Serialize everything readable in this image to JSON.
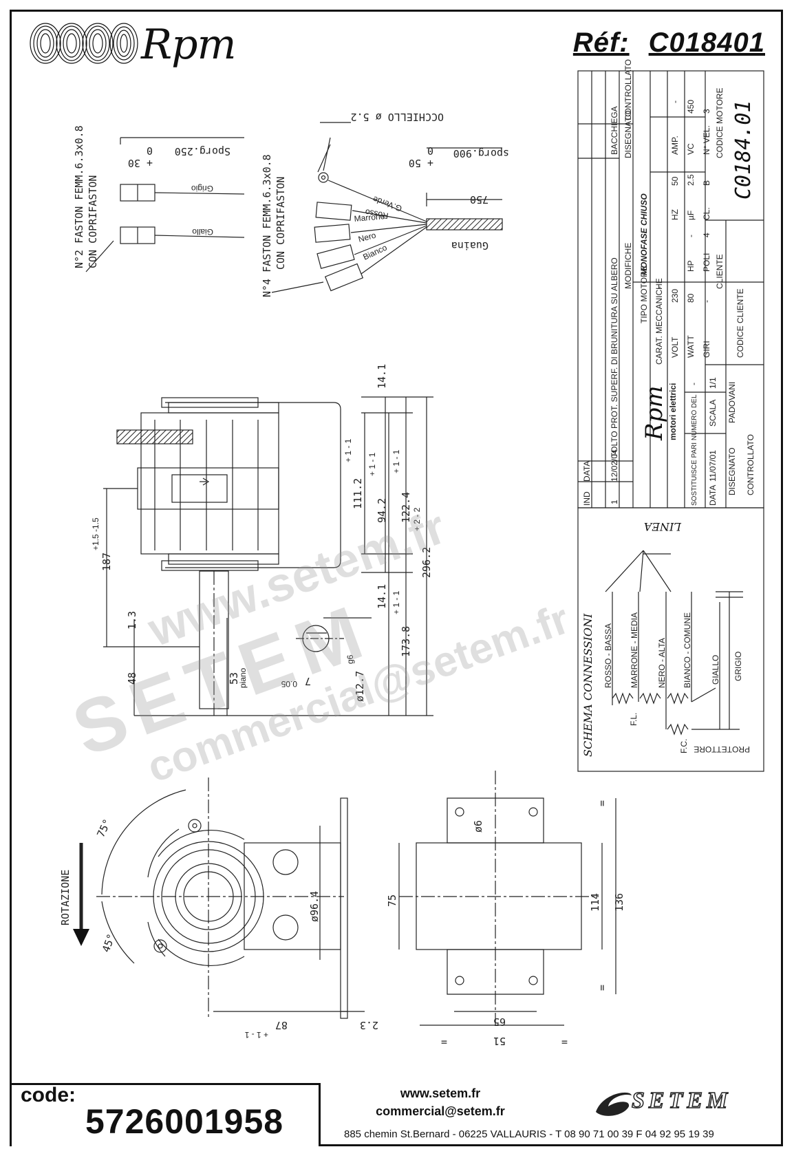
{
  "header": {
    "brand_name": "Rpm",
    "reference_label": "Réf:",
    "reference_value": "C018401"
  },
  "wiring": {
    "two_faston_label": "N°2 FASTON FEMM.6.3x0.8",
    "two_faston_cover": "CON COPRIFASTON",
    "four_faston_label": "N°4 FASTON FEMM.6.3x0.8",
    "four_faston_cover": "CON COPRIFASTON",
    "short_wire_length": "Sporg.250",
    "short_wire_tol": "+ 30",
    "short_wire_tol_low": "0",
    "long_wire_length": "sporg.900",
    "long_wire_tol": "+ 50",
    "long_wire_tol_low": "0",
    "eyelet": "OCCHIELLO ø 5.2",
    "sheath_length": "750",
    "sheath": "Guaina",
    "wires": [
      "Grigio",
      "Giallo",
      "G.Verde",
      "Rosso",
      "Marrone",
      "Nero",
      "Bianco"
    ]
  },
  "dimensions": {
    "d_14_1_top": "14.1",
    "d_14_1_bottom": "14.1",
    "d_111_2": "111.2",
    "d_111_2_tol": "+ 1 - 1",
    "d_94_2": "94.2",
    "d_94_2_tol": "+ 1 - 1",
    "d_122_4": "122.4",
    "d_122_4_tol": "+ 1 - 1",
    "d_296_2": "296.2",
    "d_296_2_tol": "+ 2 - 2",
    "d_173_8": "173.8",
    "d_173_8_tol": "+ 1 - 1",
    "d_187": "187",
    "d_187_tol": "+1.5 -1.5",
    "d_1_3": "1.3",
    "d_48": "48",
    "d_53": "53",
    "piano": "piano",
    "shaft_diameter": "ø12.7",
    "shaft_fit": "g6",
    "shaft_flat": "0.05",
    "shaft_flat_val": "7",
    "angle_75": "75°",
    "angle_45": "45°",
    "rotation": "ROTAZIONE",
    "d_96_4": "ø96.4",
    "d_87": "87",
    "d_87_tol": "+ 1 - 1",
    "d_2_3": "2.3",
    "d_75": "75",
    "d_114": "114",
    "d_136": "136",
    "d_6": "ø6",
    "d_65": "65",
    "d_51": "51",
    "equal_mark": "="
  },
  "title_block": {
    "rev_headers": [
      "IND",
      "DATA",
      "MODIFICHE"
    ],
    "rev_row": [
      "1",
      "12/02/04",
      "TOLTO PROT. SUPERF. DI BRUNITURA SU ALBERO"
    ],
    "sig_headers": [
      "DISEGNATO",
      "CONTROLLATO"
    ],
    "sig_row": [
      "BACCHIEGA",
      ""
    ],
    "company": "Rpm",
    "company_sub": "motori elettrici",
    "motor_type_label": "TIPO MOTORE",
    "motor_type": "MONOFASE CHIUSO",
    "mech_label": "CARAT. MECCANICHE",
    "mech_value": "-",
    "volt_label": "VOLT",
    "volt": "230",
    "hz_label": "HZ",
    "hz": "50",
    "amp_label": "AMP.",
    "amp": "-",
    "watt_label": "WATT",
    "watt": "80",
    "hp_label": "HP",
    "hp": "-",
    "uf_label": "µF",
    "uf": "2.5",
    "vc_label": "VC",
    "vc": "450",
    "giri_label": "GIRI",
    "giri": "-",
    "poli_label": "POLI",
    "poli": "4",
    "cl_label": "CL.",
    "cl": "B",
    "vel_label": "N° VEL.",
    "vel": "3",
    "cliente_label": "CLIENTE",
    "codice_motore_label": "CODICE MOTORE",
    "codice_motore": "C0184.01",
    "codice_cliente_label": "CODICE CLIENTE",
    "sostituisce_label": "SOSTITUISCE PARI NUMERO DEL",
    "sostituisce": "-",
    "data_label": "DATA",
    "data": "11/07/01",
    "scala_label": "SCALA",
    "scala": "1/1",
    "disegnato_label": "DISEGNATO",
    "disegnato": "PADOVANI",
    "controllato_label": "CONTROLLATO"
  },
  "schema": {
    "title": "SCHEMA CONNESSIONI",
    "linea": "LINEA",
    "labels": [
      "ROSSO - BASSA",
      "MARRONE - MEDIA",
      "NERO - ALTA",
      "BIANCO - COMUNE",
      "GIALLO",
      "GRIGIO"
    ],
    "fl": "F.L.",
    "fc": "F.C.",
    "protettore": "PROTETTORE"
  },
  "footer": {
    "code_label": "code:",
    "code_value": "5726001958",
    "website": "www.setem.fr",
    "email": "commercial@setem.fr",
    "address": "885 chemin St.Bernard  -  06225 VALLAURIS  -  T 08 90 71 00 39   F 04 92 95 19 39",
    "brand": "SETEM"
  },
  "watermark": {
    "site": "www.setem.fr",
    "name": "SETEM",
    "mail": "commercial@setem.fr"
  }
}
